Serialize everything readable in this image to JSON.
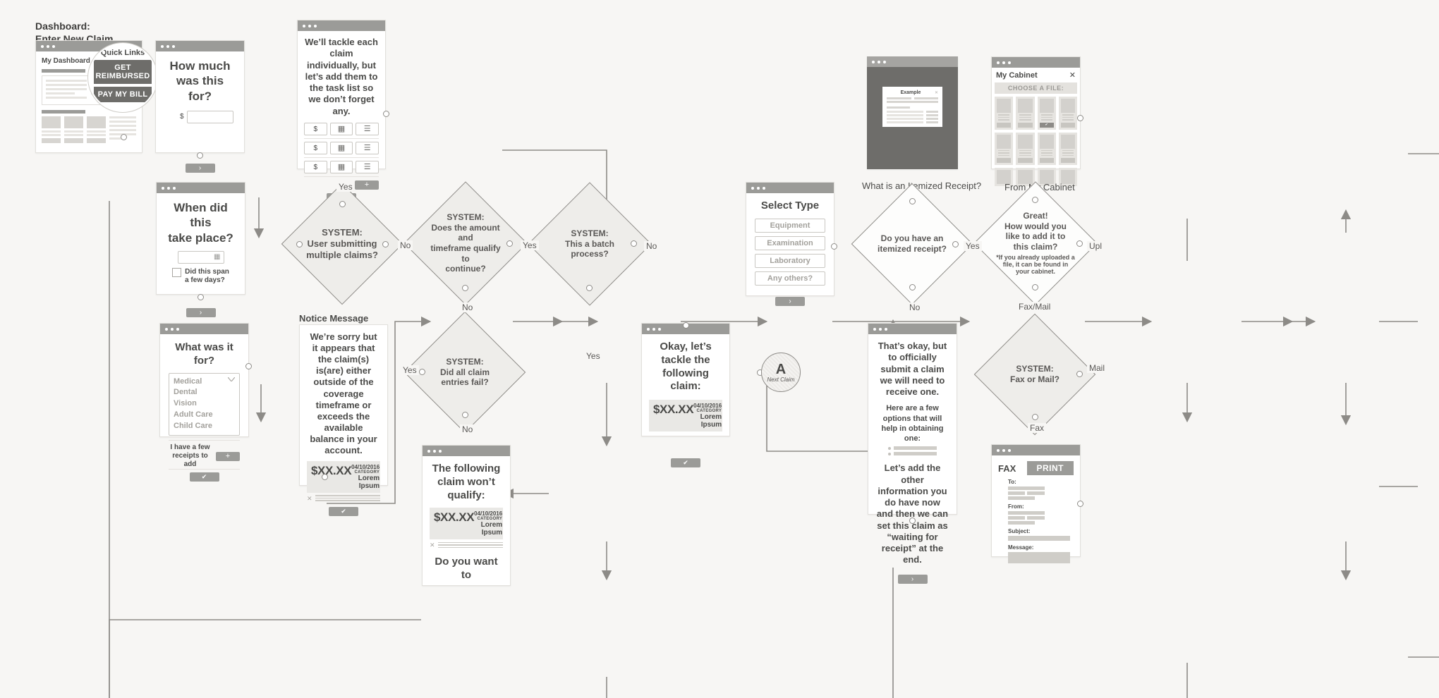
{
  "labels": {
    "dashboard_title": "Dashboard:\nEnter New Claim",
    "notice_title": "Notice Message",
    "itemized_caption": "What is an Itemized Receipt?",
    "cabinet_caption": "From My Cabinet"
  },
  "dashboard": {
    "heading": "My Dashboard",
    "magnifier": {
      "quick_links": "Quick Links",
      "btn1": "GET REIMBURSED",
      "btn2": "PAY MY BILL"
    }
  },
  "cards": {
    "how_much": {
      "title": "How much\nwas this for?",
      "currency": "$",
      "next": "›"
    },
    "when": {
      "title": "When did this\ntake place?",
      "checkbox_label": "Did this span\na few days?",
      "next": "›",
      "calendar_icon": "calendar-icon"
    },
    "tackle_each": {
      "title": "We’ll tackle each claim individually, but let’s add them to the task list so we don’t forget any.",
      "rows": [
        {
          "amount": "$",
          "date": "calendar-icon",
          "list": "list-icon"
        },
        {
          "amount": "$",
          "date": "calendar-icon",
          "list": "list-icon"
        },
        {
          "amount": "$",
          "date": "calendar-icon",
          "list": "list-icon"
        }
      ],
      "add": "+",
      "confirm": "✔"
    },
    "what_for": {
      "title": "What was it for?",
      "options": [
        "Medical",
        "Dental",
        "Vision",
        "Adult Care",
        "Child Care"
      ],
      "receipts_label": "I have a few\nreceipts to add",
      "add": "+",
      "confirm": "✔"
    },
    "notice": {
      "body": "We’re sorry but it appears that the claim(s) is(are) either outside of the coverage timeframe or exceeds the available balance in your account.",
      "claim": {
        "amount": "$XX.XX",
        "date": "04/10/2016",
        "category_label": "CATEGORY",
        "category": "Lorem Ipsum"
      },
      "confirm": "✔"
    },
    "wont_qualify": {
      "title": "The following claim won’t qualify:",
      "claim": {
        "amount": "$XX.XX",
        "date": "04/10/2016",
        "category_label": "CATEGORY",
        "category": "Lorem Ipsum"
      },
      "question": "Do you want to"
    },
    "select_type": {
      "title": "Select Type",
      "options": [
        "Equipment",
        "Examination",
        "Laboratory",
        "Any others?"
      ],
      "next": "›"
    },
    "okay_tackle": {
      "title": "Okay, let’s tackle the following claim:",
      "claim": {
        "amount": "$XX.XX",
        "date": "04/10/2016",
        "category_label": "CATEGORY",
        "category": "Lorem Ipsum"
      },
      "confirm": "✔"
    },
    "thats_okay": {
      "p1": "That’s okay, but to officially submit a claim we will need to receive one.",
      "p2": "Here are a few options that will help in obtaining one:",
      "p3": "Let’s add the other information you do have now and then we can set this claim as “waiting for receipt” at the end.",
      "next": "›"
    },
    "example_receipt": {
      "title": "Example"
    },
    "cabinet": {
      "title": "My Cabinet",
      "close": "✕",
      "choose": "CHOOSE A FILE:",
      "selected_check": "✔"
    },
    "fax": {
      "title": "FAX",
      "print": "PRINT",
      "fields": [
        "To:",
        "From:",
        "Subject:",
        "Message:"
      ]
    }
  },
  "decisions": [
    {
      "id": "multiple-claims",
      "line1": "SYSTEM:",
      "line2": "User submitting",
      "line3": "multiple claims?"
    },
    {
      "id": "qualify-continue",
      "line1": "SYSTEM:",
      "line2": "Does the amount and",
      "line3": "timeframe qualify to",
      "line4": "continue?"
    },
    {
      "id": "batch-process",
      "line1": "SYSTEM:",
      "line2": "This a batch process?"
    },
    {
      "id": "all-entries-fail",
      "line1": "SYSTEM:",
      "line2": "Did all claim",
      "line3": "entries fail?"
    },
    {
      "id": "itemized-receipt",
      "line1": "Do you have an",
      "line2": "itemized receipt?"
    },
    {
      "id": "how-add",
      "line1": "Great!",
      "line2": "How would you",
      "line3": "like to add it to",
      "line4": "this claim?",
      "note": "*If you already uploaded a file, it can be found in your cabinet."
    },
    {
      "id": "fax-or-mail",
      "line1": "SYSTEM:",
      "line2": "Fax or Mail?"
    }
  ],
  "edge_labels": {
    "yes": "Yes",
    "no": "No",
    "upload": "Upl",
    "fax_mail": "Fax/Mail",
    "fax": "Fax",
    "mail": "Mail"
  },
  "next_claim": {
    "letter": "A",
    "label": "Next Claim"
  },
  "colors": {
    "bg": "#f7f6f4",
    "titlebar": "#9b9b98",
    "stroke": "#8d8b87",
    "diamond_fill": "#eeedea",
    "text": "#4a4a48",
    "skeleton": "#d7d5d1"
  }
}
